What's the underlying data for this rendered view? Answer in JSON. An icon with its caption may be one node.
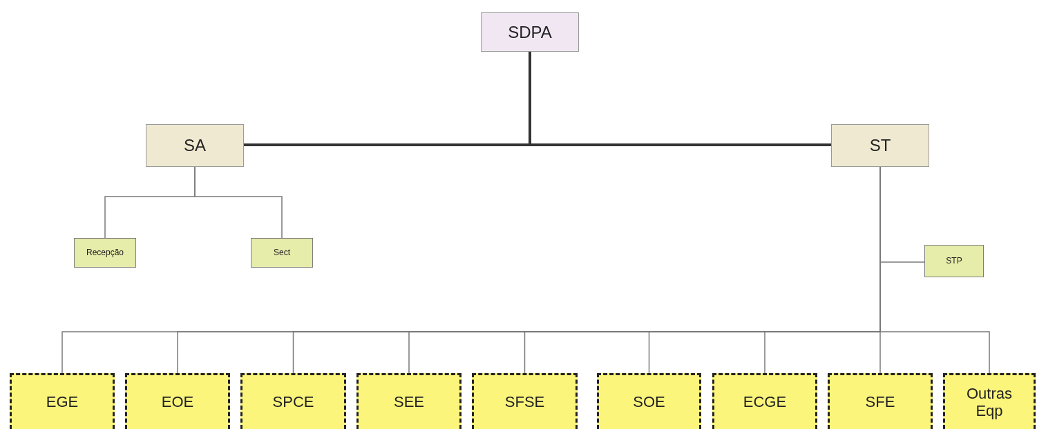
{
  "diagram": {
    "nodes": [
      {
        "text": [
          "SDPA"
        ]
      },
      {
        "text": [
          "SA"
        ]
      },
      {
        "text": [
          "ST"
        ]
      },
      {
        "text": [
          "Recepção"
        ]
      },
      {
        "text": [
          "Sect"
        ]
      },
      {
        "text": [
          "STP"
        ]
      },
      {
        "text": [
          "EGE"
        ]
      },
      {
        "text": [
          "EOE"
        ]
      },
      {
        "text": [
          "SPCE"
        ]
      },
      {
        "text": [
          "SEE"
        ]
      },
      {
        "text": [
          "SFSE"
        ]
      },
      {
        "text": [
          "SOE"
        ]
      },
      {
        "text": [
          "ECGE"
        ]
      },
      {
        "text": [
          "SFE"
        ]
      },
      {
        "text": [
          "Outras Eqp"
        ]
      }
    ],
    "edges": [
      {
        "from": 0,
        "to": 1,
        "arrow": "none",
        "style": "thick"
      },
      {
        "from": 0,
        "to": 2,
        "arrow": "none",
        "style": "thick"
      },
      {
        "from": 1,
        "to": 3,
        "arrow": "none"
      },
      {
        "from": 1,
        "to": 4,
        "arrow": "none"
      },
      {
        "from": 2,
        "to": 5,
        "arrow": "none"
      },
      {
        "from": 2,
        "to": 6,
        "arrow": "none"
      },
      {
        "from": 2,
        "to": 7,
        "arrow": "none"
      },
      {
        "from": 2,
        "to": 8,
        "arrow": "none"
      },
      {
        "from": 2,
        "to": 9,
        "arrow": "none"
      },
      {
        "from": 2,
        "to": 10,
        "arrow": "none"
      },
      {
        "from": 2,
        "to": 11,
        "arrow": "none"
      },
      {
        "from": 2,
        "to": 12,
        "arrow": "none"
      },
      {
        "from": 2,
        "to": 13,
        "arrow": "none"
      },
      {
        "from": 2,
        "to": 14,
        "arrow": "none"
      }
    ]
  }
}
